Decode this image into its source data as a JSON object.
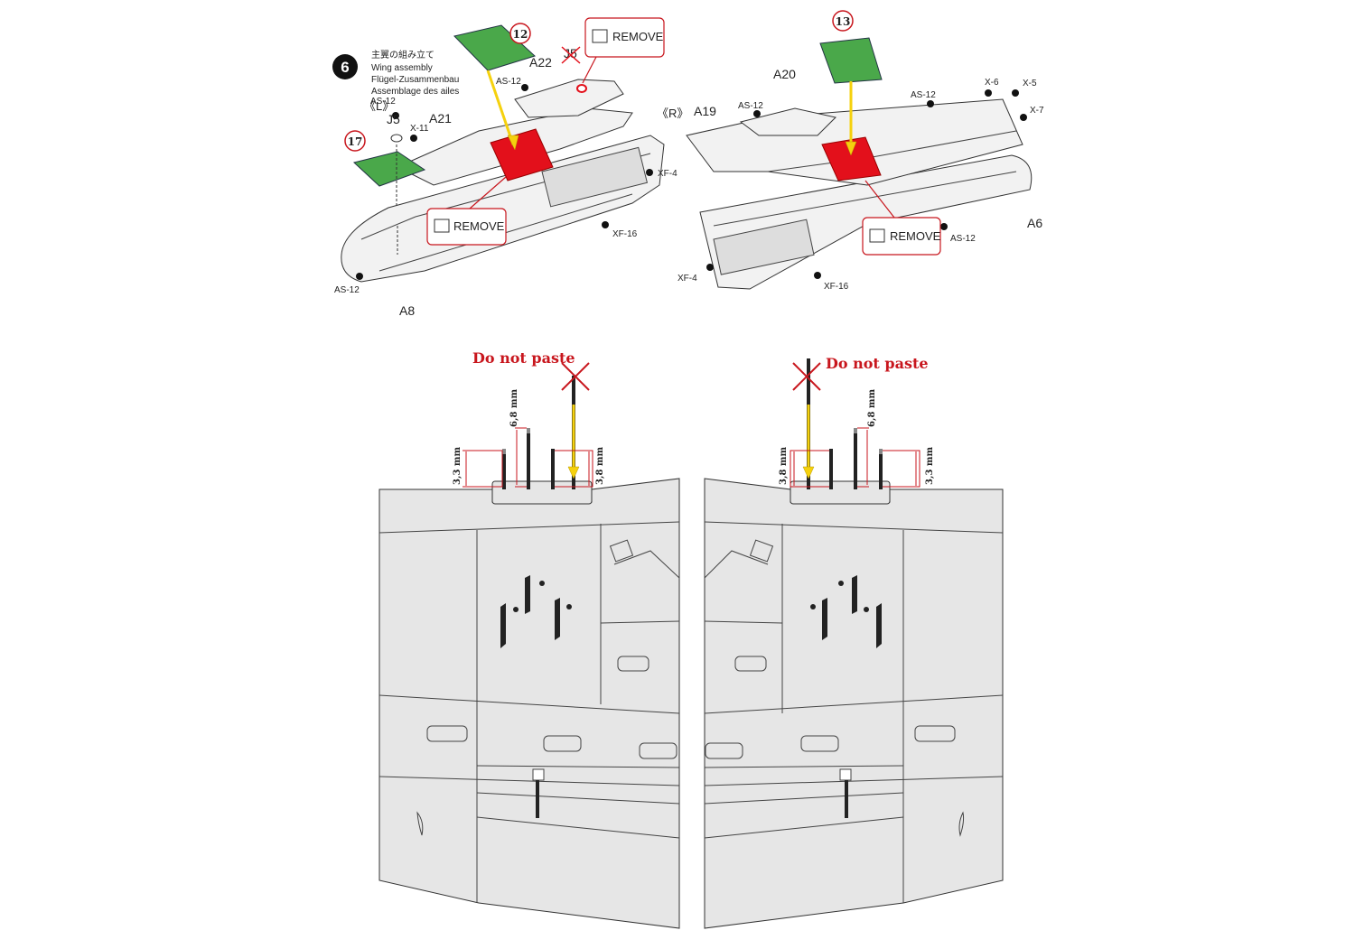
{
  "step": {
    "number": "6",
    "titles": [
      "主翼の組み立て",
      "Wing assembly",
      "Flügel-Zusammenbau",
      "Assemblage des ailes"
    ]
  },
  "sides": {
    "left": "《L》",
    "right": "《R》"
  },
  "callouts": {
    "step12": "12",
    "step13": "13",
    "step17": "17",
    "remove": "REMOVE"
  },
  "parts": {
    "a8": "A8",
    "a21": "A21",
    "a22": "A22",
    "j5": "J5",
    "a19": "A19",
    "a20": "A20",
    "a6": "A6"
  },
  "paints": {
    "as12": "AS-12",
    "x11": "X-11",
    "xf4": "XF-4",
    "xf16": "XF-16",
    "x5": "X-5",
    "x6": "X-6",
    "x7": "X-7"
  },
  "bottom": {
    "do_not_paste": "Do not paste",
    "dim_6_8": "6,8 mm",
    "dim_3_3": "3,3 mm",
    "dim_3_8": "3,8 mm"
  },
  "colors": {
    "green": "#4aa84a",
    "red": "#e3101b",
    "yellow": "#f5d10e",
    "panel": "#e6e6e6"
  }
}
